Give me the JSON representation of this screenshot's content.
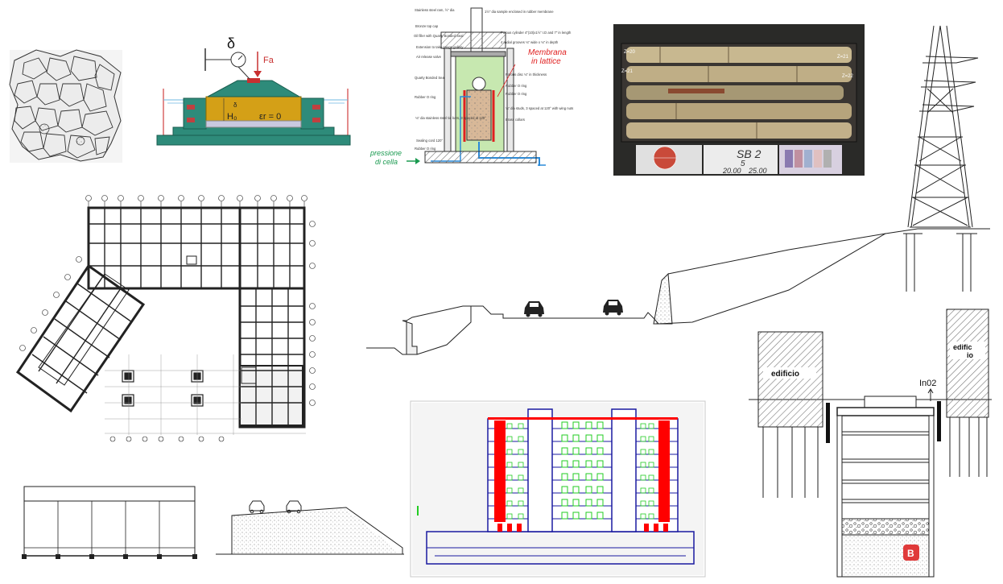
{
  "oedometer": {
    "delta": "δ",
    "force": "Fa",
    "delta_small": "δ",
    "height": "H₀",
    "strain": "εr = 0"
  },
  "triaxial": {
    "callout_membrane": "Membrana\nin lattice",
    "callout_pressure": "pressione\ndi cella",
    "tech_labels": [
      "Stainless steel ram, ½\" dia",
      "Bronze top cap",
      "Oil filler with Quarty Bonded Seal",
      "Extension to take gauge gallery",
      "Air release valve",
      "Quarty Bonded Seal",
      "Rubber O ring",
      "⅛\" dia stainless steel tie bars, 3 spaced at 120°",
      "Sealing cord 120°",
      "Rubber O ring",
      "1½\" dia sample enclosed in rubber membrane",
      "Porous cylinder 4\"(10)x1½\" I.D and 7\" in length",
      "4 radial grooves ⅛\" wide x ⅛\" in depth",
      "Porous disc ⅛\" in thickness",
      "Rubber O ring",
      "Rubber O ring",
      "⅛\" dia studs, 3 spaced at 120° with wing nuts",
      "Brass collars"
    ]
  },
  "core_box": {
    "z_labels": [
      "Z=20",
      "Z=21",
      "Z=21",
      "Z=22"
    ],
    "box_text": "SB 2",
    "box_number": "5",
    "depth_from": "20.00",
    "depth_to": "25.00"
  },
  "retaining_section": {
    "building_left": "edificio",
    "building_right_line1": "edific",
    "building_right_line2": "io",
    "inclinometer": "In02",
    "badge": "B"
  },
  "colors": {
    "oedometer_base": "#2e8b7a",
    "oedometer_sample": "#d4a017",
    "membrane_red": "#e02020",
    "triax_green": "#b8e0a0",
    "facade_red": "#ff0000",
    "facade_blue": "#1a1aa0",
    "facade_green": "#22cc22",
    "hatch": "#666666"
  }
}
